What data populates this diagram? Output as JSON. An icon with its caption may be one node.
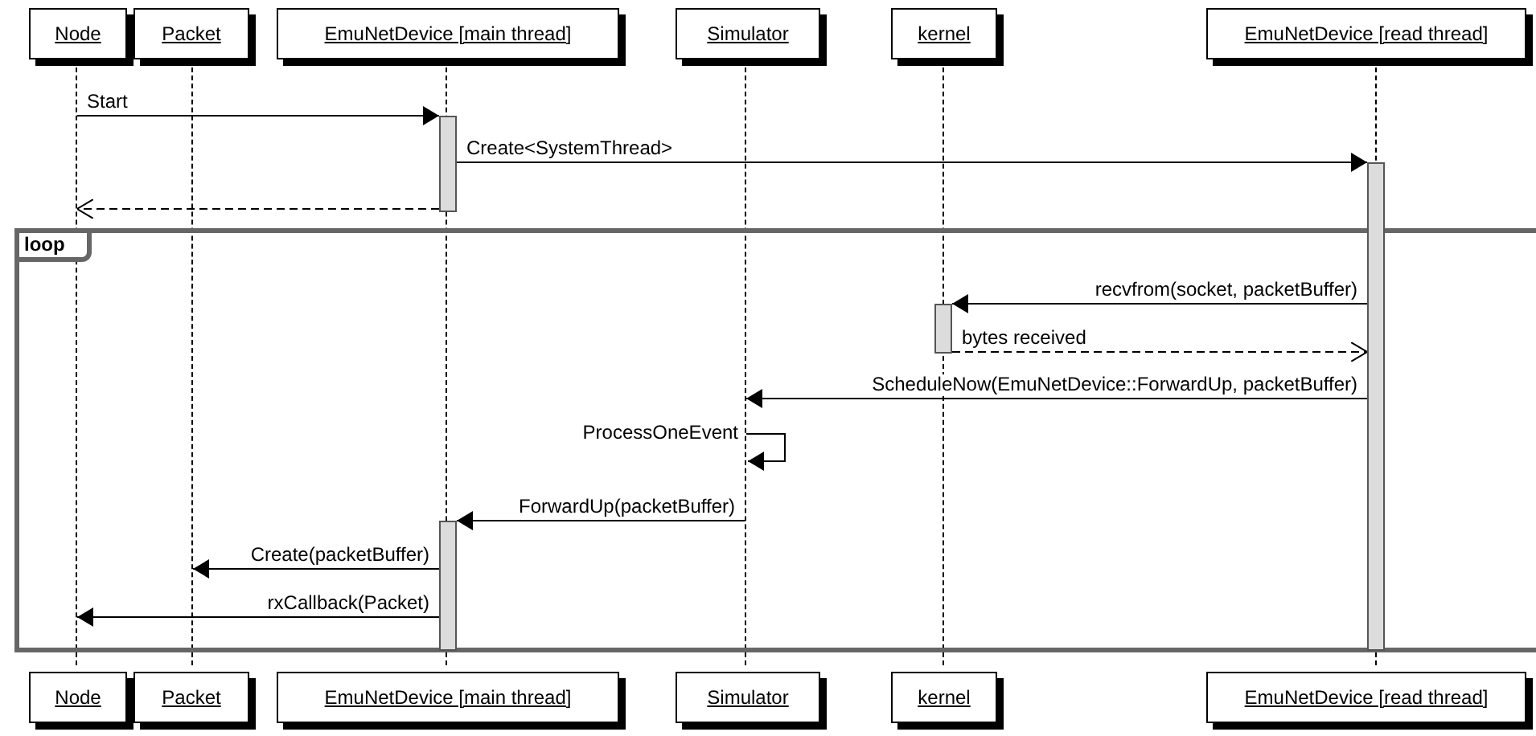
{
  "diagram": {
    "nodes": [
      {
        "text": [
          "Node"
        ]
      },
      {
        "text": [
          "Packet"
        ]
      },
      {
        "text": [
          "EmuNetDevice [main thread]"
        ]
      },
      {
        "text": [
          "Simulator"
        ]
      },
      {
        "text": [
          "kernel"
        ]
      },
      {
        "text": [
          "EmuNetDevice [read thread]"
        ]
      },
      {
        "text": [],
        "shape": "line"
      },
      {
        "text": [],
        "shape": "line"
      },
      {
        "text": [],
        "shape": "line"
      },
      {
        "text": [],
        "shape": "line"
      },
      {
        "text": [],
        "shape": "line"
      },
      {
        "text": [],
        "shape": "line"
      },
      {
        "text": [],
        "shape": "bar"
      },
      {
        "text": [],
        "shape": "bar"
      },
      {
        "text": [],
        "shape": "bar"
      },
      {
        "text": [],
        "shape": "bar"
      },
      {
        "text": [
          "Node"
        ]
      },
      {
        "text": [
          "Packet"
        ]
      },
      {
        "text": [
          "EmuNetDevice [main thread]"
        ]
      },
      {
        "text": [
          "Simulator"
        ]
      },
      {
        "text": [
          "kernel"
        ]
      },
      {
        "text": [
          "EmuNetDevice [read thread]"
        ]
      }
    ],
    "edges": [
      {
        "from": 6,
        "to": 12,
        "arrow": "to",
        "label": "Start"
      },
      {
        "from": 12,
        "to": 13,
        "arrow": "to",
        "label": "Create<SystemThread>"
      },
      {
        "from": 12,
        "to": 6,
        "arrow": "to",
        "style": "dashed"
      },
      {
        "from": 13,
        "to": 14,
        "arrow": "to",
        "label": "recvfrom(socket, packetBuffer)"
      },
      {
        "from": 14,
        "to": 13,
        "arrow": "to",
        "style": "dashed",
        "label": "bytes received"
      },
      {
        "from": 13,
        "to": 9,
        "arrow": "to",
        "label": "ScheduleNow(EmuNetDevice::ForwardUp, packetBuffer)"
      },
      {
        "from": 9,
        "to": 9,
        "arrow": "to",
        "label": "ProcessOneEvent"
      },
      {
        "from": 9,
        "to": 15,
        "arrow": "to",
        "label": "ForwardUp(packetBuffer)"
      },
      {
        "from": 15,
        "to": 7,
        "arrow": "to",
        "label": "Create(packetBuffer)"
      },
      {
        "from": 15,
        "to": 6,
        "arrow": "to",
        "label": "rxCallback(Packet)"
      }
    ],
    "labels": [
      "loop"
    ]
  }
}
